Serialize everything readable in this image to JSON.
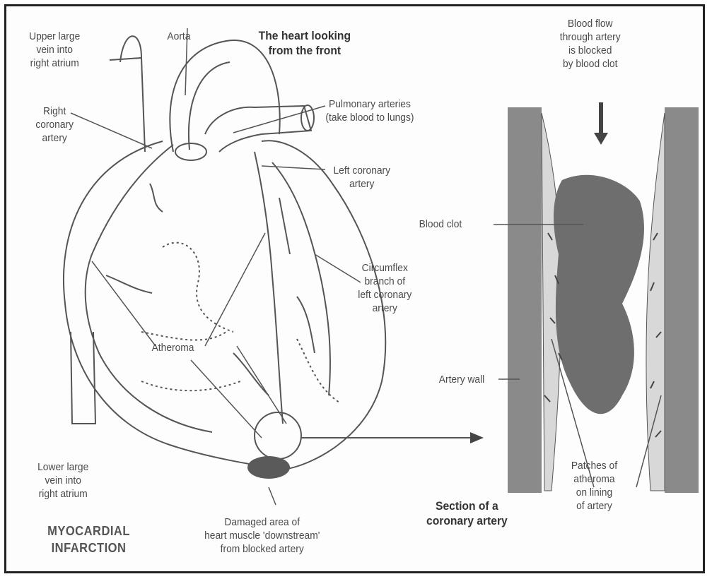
{
  "labels": {
    "upper_vein": [
      "Upper large",
      "vein into",
      "right atrium"
    ],
    "aorta": "Aorta",
    "heart_title": [
      "The heart looking",
      "from the front"
    ],
    "blood_flow": [
      "Blood flow",
      "through artery",
      "is blocked",
      "by blood clot"
    ],
    "right_coronary": [
      "Right",
      "coronary",
      "artery"
    ],
    "pulmonary": [
      "Pulmonary arteries",
      "(take blood to lungs)"
    ],
    "left_coronary": [
      "Left coronary",
      "artery"
    ],
    "blood_clot": "Blood clot",
    "circumflex": [
      "Circumflex",
      "branch of",
      "left coronary",
      "artery"
    ],
    "atheroma": "Atheroma",
    "artery_wall": "Artery wall",
    "lower_vein": [
      "Lower large",
      "vein into",
      "right atrium"
    ],
    "patches": [
      "Patches of",
      "atheroma",
      "on lining",
      "of artery"
    ],
    "section": [
      "Section of a",
      "coronary artery"
    ],
    "damaged": [
      "Damaged area of",
      "heart muscle 'downstream'",
      "from blocked artery"
    ],
    "title": [
      "MYOCARDIAL",
      "INFARCTION"
    ]
  },
  "colors": {
    "line": "#555555",
    "wall": "#8a8a8a",
    "clot": "#6e6e6e",
    "text": "#4a4a4a"
  }
}
